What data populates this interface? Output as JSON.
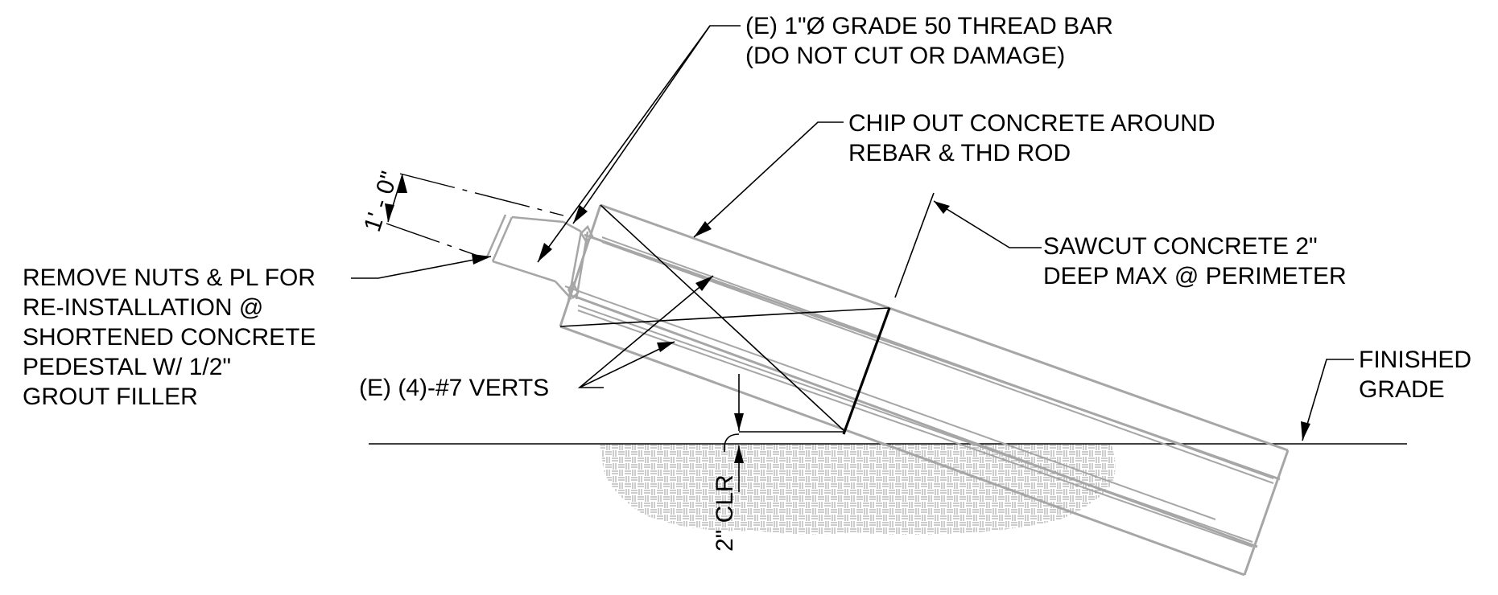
{
  "notes": {
    "thread_bar": [
      "(E) 1\"Ø GRADE 50 THREAD BAR",
      "(DO NOT CUT OR DAMAGE)"
    ],
    "chip_out": [
      "CHIP OUT CONCRETE AROUND",
      "REBAR & THD ROD"
    ],
    "sawcut": [
      "SAWCUT CONCRETE 2\"",
      "DEEP MAX @ PERIMETER"
    ],
    "finished_grade": [
      "FINISHED",
      "GRADE"
    ],
    "remove_nuts": [
      "REMOVE NUTS & PL FOR",
      "RE-INSTALLATION @",
      "SHORTENED CONCRETE",
      "PEDESTAL W/ 1/2\"",
      "GROUT FILLER"
    ],
    "verts": "(E) (4)-#7 VERTS"
  },
  "dimensions": {
    "length": "1' - 0\"",
    "clearance": "2\" CLR"
  },
  "colors": {
    "line": "#000000",
    "concrete": "#a6a6a6",
    "hatch": "#9a9a9a"
  }
}
